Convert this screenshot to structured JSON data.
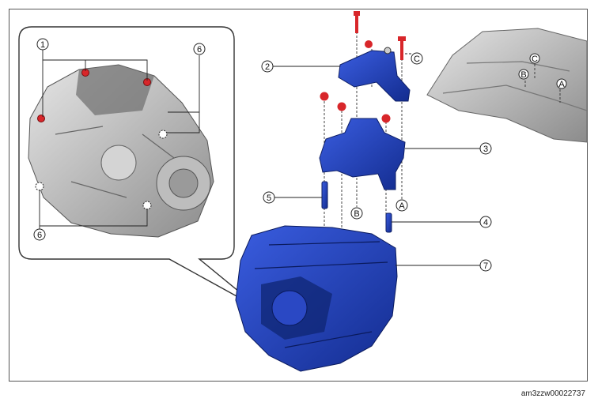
{
  "callouts": {
    "c1": "1",
    "c2": "2",
    "c3": "3",
    "c4": "4",
    "c5": "5",
    "c6a": "6",
    "c6b": "6",
    "c7": "7"
  },
  "letters": {
    "top_c": "C",
    "bottom_a": "A",
    "bottom_b": "B",
    "body_a": "A",
    "body_b": "B",
    "body_c": "C"
  },
  "reference_code": "am3zzw00022737",
  "colors": {
    "part_blue": "#1f3fb8",
    "bolt_red": "#d8262a",
    "gray_metal": "#9a9a9a"
  }
}
